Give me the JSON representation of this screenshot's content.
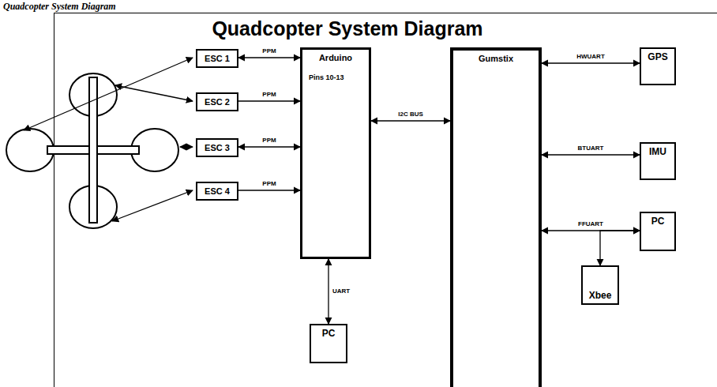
{
  "diagram": {
    "title": "Quadcopter System Diagram",
    "nodes": [
      {
        "text": [
          "ESC 1"
        ]
      },
      {
        "text": [
          "ESC 2"
        ]
      },
      {
        "text": [
          "ESC 3"
        ]
      },
      {
        "text": [
          "ESC 4"
        ]
      },
      {
        "text": [
          "Arduino",
          "Pins 10-13"
        ]
      },
      {
        "text": [
          "Gumstix"
        ]
      },
      {
        "text": [
          "PC"
        ]
      },
      {
        "text": [
          "GPS"
        ]
      },
      {
        "text": [
          "IMU"
        ]
      },
      {
        "text": [
          "PC"
        ]
      },
      {
        "text": [
          "Xbee"
        ]
      }
    ],
    "edges": [
      {
        "from": 0,
        "to": 4,
        "label": "PPM",
        "arrow": "both"
      },
      {
        "from": 1,
        "to": 4,
        "label": "PPM",
        "arrow": "to"
      },
      {
        "from": 2,
        "to": 4,
        "label": "PPM",
        "arrow": "both"
      },
      {
        "from": 3,
        "to": 4,
        "label": "PPM",
        "arrow": "to"
      },
      {
        "from": 4,
        "to": 5,
        "label": "I2C BUS",
        "arrow": "both"
      },
      {
        "from": 4,
        "to": 6,
        "label": "UART",
        "arrow": "both"
      },
      {
        "from": 5,
        "to": 7,
        "label": "HWUART",
        "arrow": "both"
      },
      {
        "from": 5,
        "to": 8,
        "label": "BTUART",
        "arrow": "both"
      },
      {
        "from": 5,
        "to": 9,
        "label": "FFUART",
        "arrow": "both"
      },
      {
        "from": 10,
        "to": 9,
        "arrow": "both"
      }
    ],
    "labels": [
      "Quadcopter System Diagram"
    ]
  }
}
